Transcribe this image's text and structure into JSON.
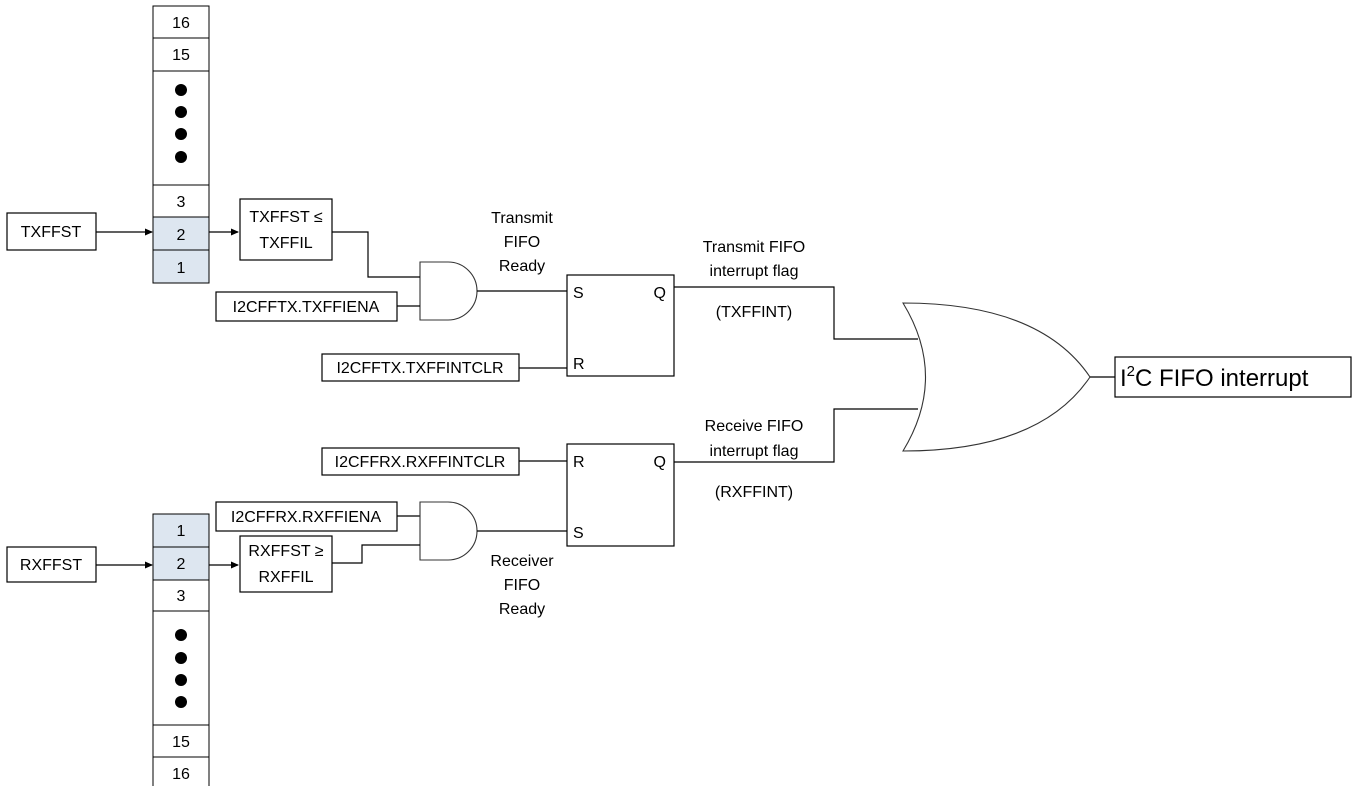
{
  "tx_fifo": {
    "input_label": "TXFFST",
    "cells": [
      "16",
      "15",
      "3",
      "2",
      "1"
    ],
    "compare": [
      "TXFFST ≤",
      "TXFFIL"
    ],
    "enable": "I2CFFTX.TXFFIENA",
    "clear": "I2CFFTX.TXFFINTCLR",
    "ready": [
      "Transmit",
      "FIFO",
      "Ready"
    ],
    "flag": [
      "Transmit FIFO",
      "interrupt flag"
    ],
    "flag_name": "(TXFFINT)"
  },
  "rx_fifo": {
    "input_label": "RXFFST",
    "cells": [
      "1",
      "2",
      "3",
      "15",
      "16"
    ],
    "compare": [
      "RXFFST ≥",
      "RXFFIL"
    ],
    "enable": "I2CFFRX.RXFFIENA",
    "clear": "I2CFFRX.RXFFINTCLR",
    "ready": [
      "Receiver",
      "FIFO",
      "Ready"
    ],
    "flag": [
      "Receive FIFO",
      "interrupt flag"
    ],
    "flag_name": "(RXFFINT)"
  },
  "flipflop": {
    "set": "S",
    "reset": "R",
    "output": "Q"
  },
  "output": {
    "prefix": "I",
    "superscript": "2",
    "suffix": "C FIFO interrupt"
  },
  "colors": {
    "highlight": "#dde6f0",
    "stroke": "#000000"
  }
}
